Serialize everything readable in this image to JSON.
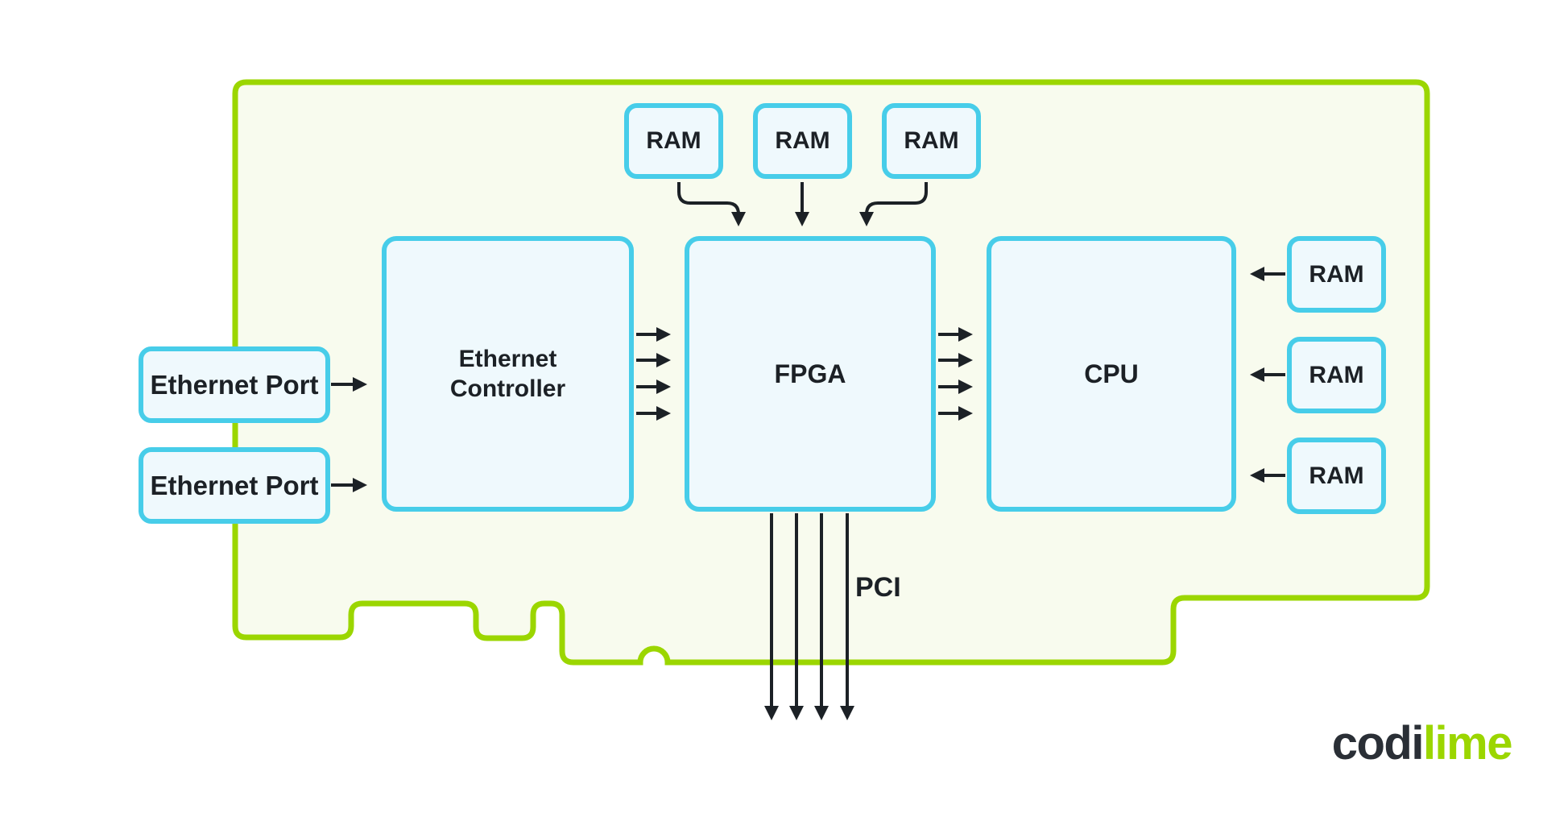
{
  "nodes": {
    "ethernet_port_1": {
      "label": "Ethernet Port"
    },
    "ethernet_port_2": {
      "label": "Ethernet Port"
    },
    "ethernet_controller": {
      "label": "Ethernet Controller"
    },
    "fpga": {
      "label": "FPGA"
    },
    "cpu": {
      "label": "CPU"
    },
    "ram_top_1": {
      "label": "RAM"
    },
    "ram_top_2": {
      "label": "RAM"
    },
    "ram_top_3": {
      "label": "RAM"
    },
    "ram_right_1": {
      "label": "RAM"
    },
    "ram_right_2": {
      "label": "RAM"
    },
    "ram_right_3": {
      "label": "RAM"
    }
  },
  "labels": {
    "pci_bus": "PCI"
  },
  "logo": {
    "dark": "codi",
    "lime": "lime"
  },
  "colors": {
    "board-stroke": "#9BD600",
    "board-fill": "#F8FBEE",
    "chip-stroke": "#47CDE9",
    "chip-fill": "#EFF9FD",
    "ink": "#1C2126",
    "logo-dark": "#2A2F36",
    "logo-lime": "#9BD600"
  },
  "connections": [
    {
      "from": "ethernet_port_1",
      "to": "ethernet_controller"
    },
    {
      "from": "ethernet_port_2",
      "to": "ethernet_controller"
    },
    {
      "from": "ethernet_controller",
      "to": "fpga",
      "lanes": 4
    },
    {
      "from": "fpga",
      "to": "cpu",
      "lanes": 4
    },
    {
      "from": "ram_top_1",
      "to": "fpga"
    },
    {
      "from": "ram_top_2",
      "to": "fpga"
    },
    {
      "from": "ram_top_3",
      "to": "fpga"
    },
    {
      "from": "ram_right_1",
      "to": "cpu"
    },
    {
      "from": "ram_right_2",
      "to": "cpu"
    },
    {
      "from": "ram_right_3",
      "to": "cpu"
    },
    {
      "from": "fpga",
      "to": "pci_bus",
      "lanes": 4
    }
  ]
}
